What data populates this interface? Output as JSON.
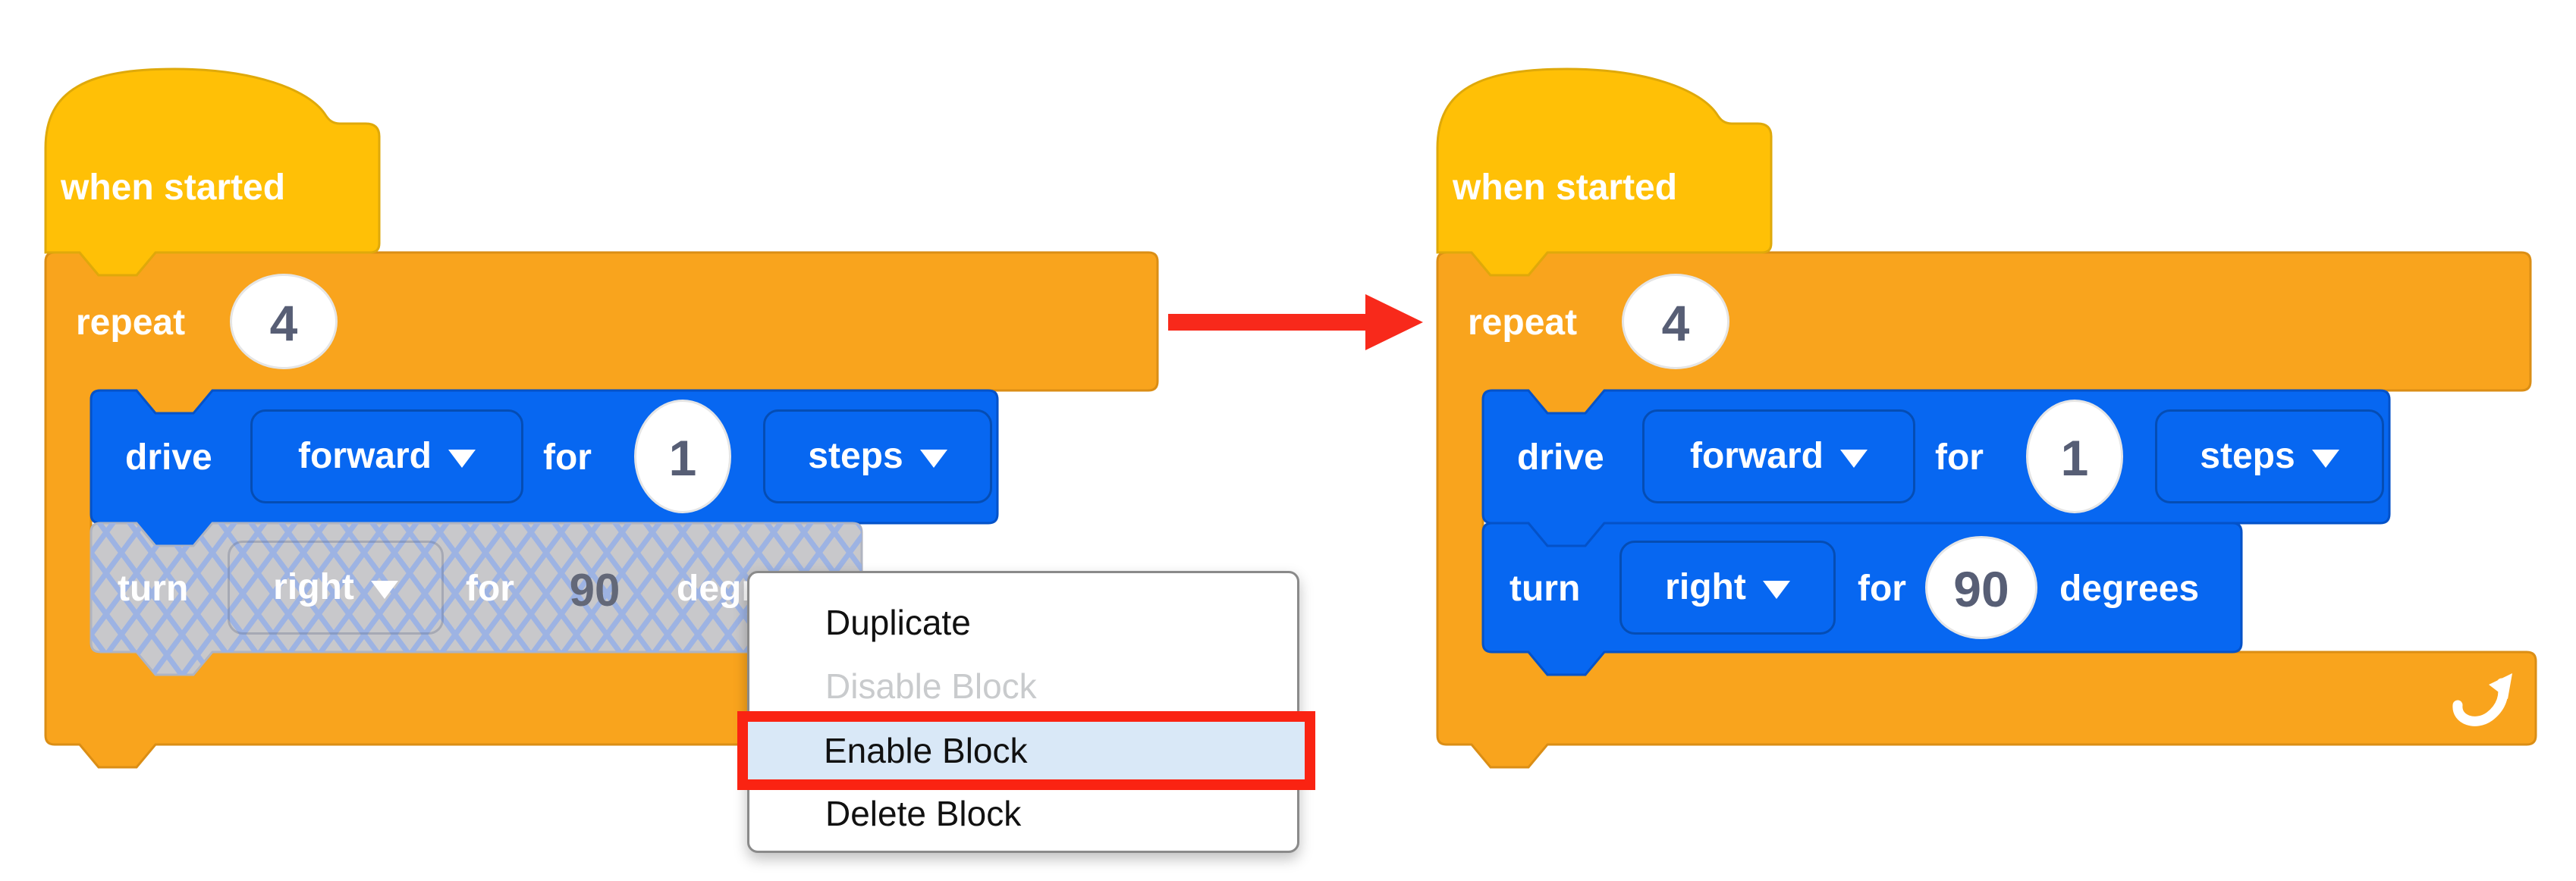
{
  "left_stack": {
    "hat_label": "when started",
    "repeat_label": "repeat",
    "repeat_count": "4",
    "drive_block": {
      "verb": "drive",
      "direction": "forward",
      "for_label": "for",
      "distance": "1",
      "unit": "steps"
    },
    "turn_block": {
      "verb": "turn",
      "direction": "right",
      "for_label": "for",
      "angle": "90",
      "unit_label": "degrees",
      "state": "disabled"
    }
  },
  "right_stack": {
    "hat_label": "when started",
    "repeat_label": "repeat",
    "repeat_count": "4",
    "drive_block": {
      "verb": "drive",
      "direction": "forward",
      "for_label": "for",
      "distance": "1",
      "unit": "steps"
    },
    "turn_block": {
      "verb": "turn",
      "direction": "right",
      "for_label": "for",
      "angle": "90",
      "unit_label": "degrees",
      "state": "enabled"
    }
  },
  "context_menu": {
    "items": [
      {
        "label": "Duplicate",
        "state": "normal"
      },
      {
        "label": "Disable Block",
        "state": "disabled"
      },
      {
        "label": "Enable Block",
        "state": "highlighted"
      },
      {
        "label": "Delete Block",
        "state": "normal"
      }
    ],
    "highlight_color": "#d9e8f7",
    "highlight_border_color": "#fa2312"
  },
  "icons": {
    "dropdown_caret": "triangle-down",
    "loop_arrow": "repeat-curved-arrow",
    "transition_arrow": "red-right-arrow"
  },
  "colors": {
    "hat_yellow": "#ffc006",
    "control_orange": "#f9a41d",
    "drivetrain_blue": "#0767f1",
    "disabled_gray": "#c8c8cb",
    "disabled_hatch_blue": "#9db3e3",
    "number_text": "#575e75",
    "arrow_red": "#f8291b"
  }
}
